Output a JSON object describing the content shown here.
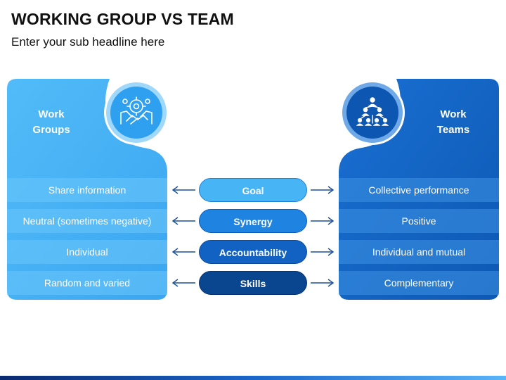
{
  "header": {
    "title": "WORKING GROUP VS TEAM",
    "subtitle": "Enter your sub headline here"
  },
  "left_panel": {
    "heading_line1": "Work",
    "heading_line2": "Groups",
    "icon": "handshake-gear-icon",
    "rows": [
      "Share information",
      "Neutral (sometimes negative)",
      "Individual",
      "Random and varied"
    ]
  },
  "right_panel": {
    "heading_line1": "Work",
    "heading_line2": "Teams",
    "icon": "team-hierarchy-icon",
    "rows": [
      "Collective performance",
      "Positive",
      "Individual and mutual",
      "Complementary"
    ]
  },
  "criteria": [
    "Goal",
    "Synergy",
    "Accountability",
    "Skills"
  ],
  "colors": {
    "light_blue": "#46b2f5",
    "mid_blue": "#1f80e0",
    "blue": "#1565c6",
    "dark_blue": "#0b4c9e",
    "navy": "#0a3f84"
  }
}
